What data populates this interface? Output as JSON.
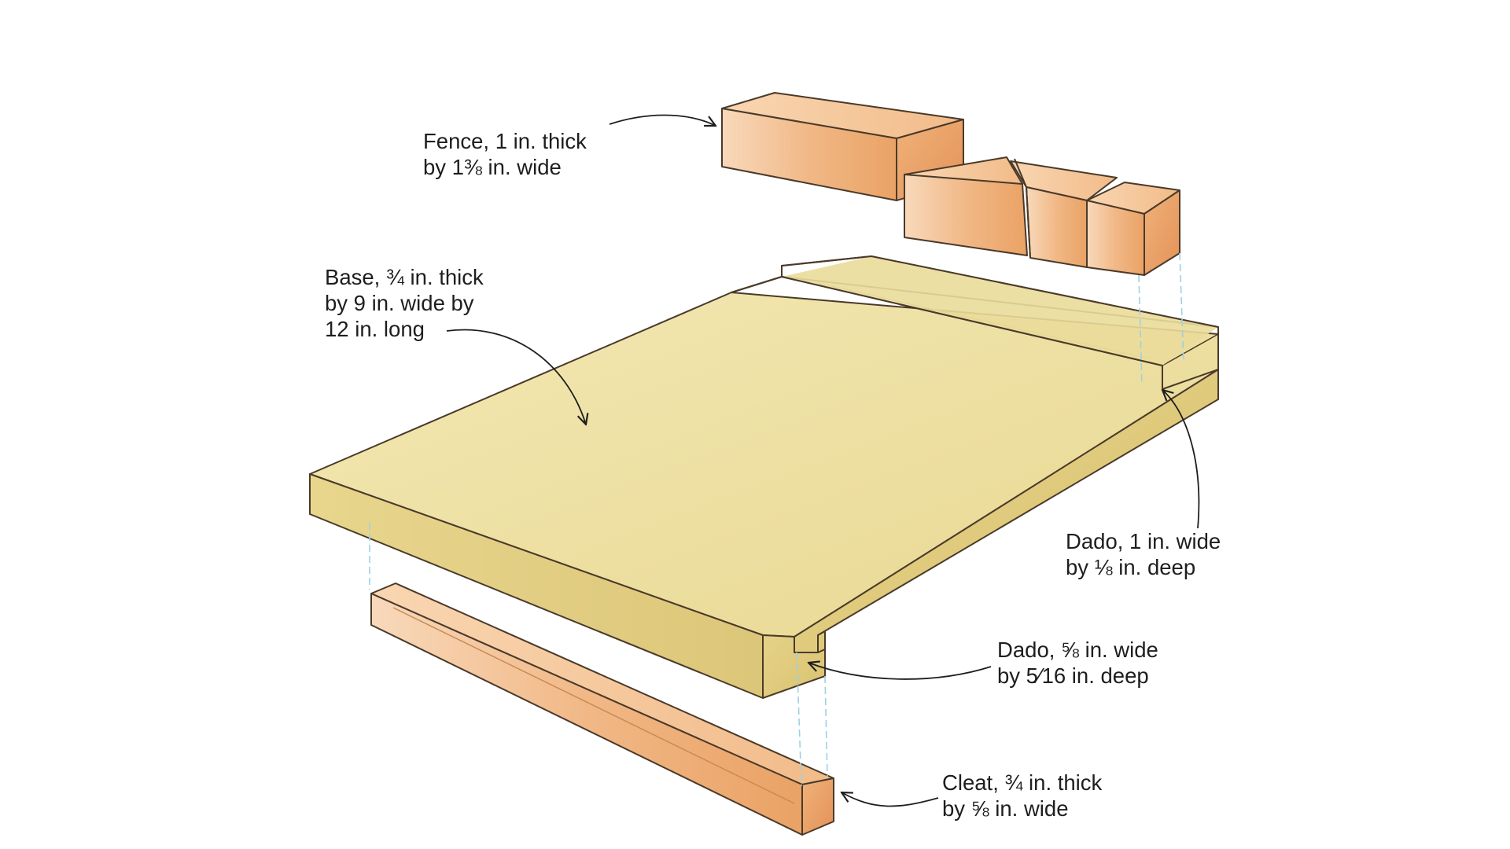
{
  "labels": {
    "fence": [
      "Fence, 1 in. thick",
      "by 1⅜ in. wide"
    ],
    "base": [
      "Base, ¾ in. thick",
      "by 9 in. wide by",
      "12 in. long"
    ],
    "dado_fence": [
      "Dado, 1 in. wide",
      "by ⅛ in. deep"
    ],
    "dado_cleat": [
      "Dado, ⅝ in. wide",
      "by 5⁄16 in. deep"
    ],
    "cleat": [
      "Cleat, ¾ in. thick",
      "by ⅝ in. wide"
    ]
  },
  "colors": {
    "base_top": "#efe3a4",
    "base_edge": "#e2cf82",
    "wood_light": "#f6c79c",
    "wood_mid": "#eeab73",
    "wood_dark": "#e2925a",
    "outline": "#4a3a2a",
    "guide_line": "#9ed0e6",
    "text": "#1e1e1e"
  }
}
